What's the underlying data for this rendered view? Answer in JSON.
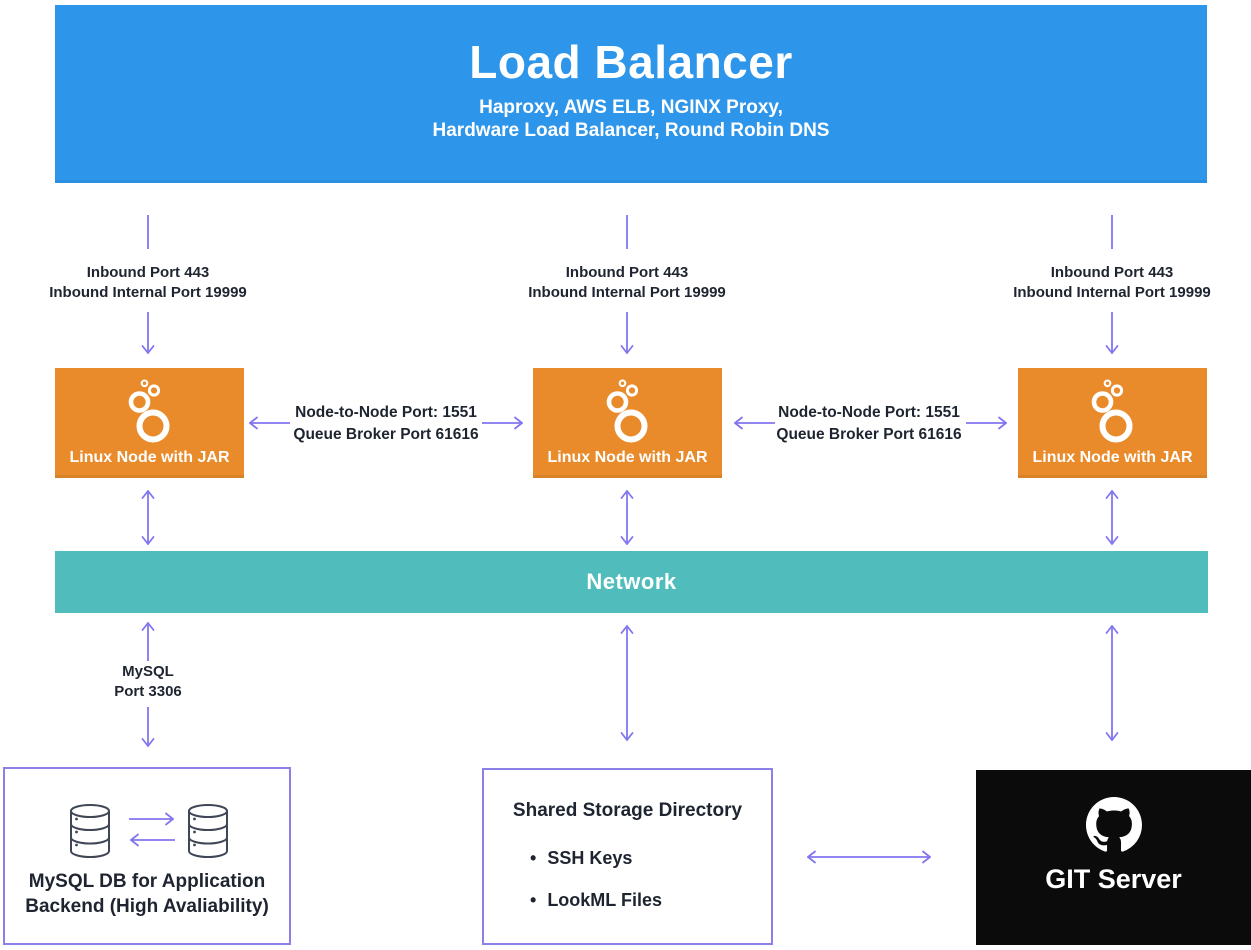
{
  "colors": {
    "load_balancer_bg": "#2e96ea",
    "node_bg": "#e98b2b",
    "network_bg": "#50bdbc",
    "arrow": "#8276f0",
    "box_border": "#8b80e8",
    "git_bg": "#0b0b0b",
    "text_dark": "#1e2430",
    "db_icon_stroke": "#3f4655"
  },
  "load_balancer": {
    "title": "Load Balancer",
    "subtitle_lines": [
      "Haproxy, AWS ELB, NGINX Proxy,",
      "Hardware Load Balancer, Round Robin DNS"
    ]
  },
  "inbound_label": {
    "line1": "Inbound Port 443",
    "line2": "Inbound Internal Port 19999"
  },
  "node": {
    "label": "Linux Node with JAR",
    "icon": "looker-icon"
  },
  "node_link_label": {
    "line1": "Node-to-Node Port: 1551",
    "line2": "Queue Broker Port 61616"
  },
  "network": {
    "label": "Network"
  },
  "mysql_link_label": {
    "line1": "MySQL",
    "line2": "Port 3306"
  },
  "mysql_box": {
    "line1": "MySQL DB for Application",
    "line2": "Backend (High Avaliability)",
    "icon": "database-icon"
  },
  "storage_box": {
    "title": "Shared Storage Directory",
    "bullet": "•",
    "items": [
      "SSH Keys",
      "LookML Files"
    ]
  },
  "git_box": {
    "label": "GIT Server",
    "icon": "github-icon"
  }
}
